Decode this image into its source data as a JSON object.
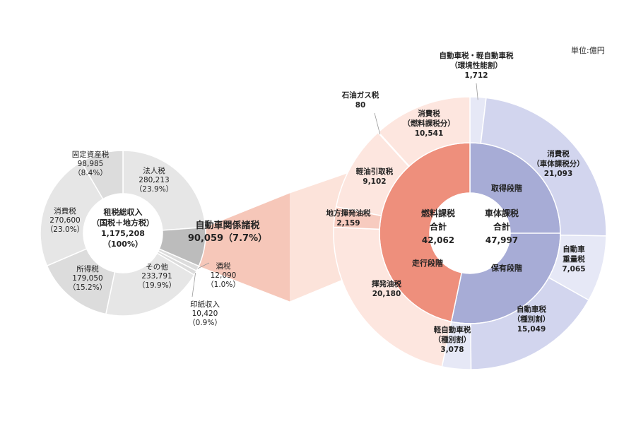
{
  "unit_label": "単位:億円",
  "colors": {
    "left_outer": "#e6e6e6",
    "left_highlight": "#dcdcdc",
    "left_auto": "#bcbcbc",
    "left_inner": "#ffffff",
    "connector": "#f6c7b9",
    "connector_light": "#fce3da",
    "fuel_outer": "#f7cbbf",
    "fuel_outer_light": "#fde6df",
    "fuel_inner": "#ee8f7c",
    "body_outer": "#d2d5ee",
    "body_outer_light": "#e6e8f6",
    "body_inner": "#a7acd6",
    "center": "#ffffff",
    "line": "#ffffff",
    "leader": "#999999"
  },
  "chart_data": {
    "type": "pie",
    "unit": "単位:億円",
    "total": {
      "title": "租税総収入",
      "subtitle": "（国税＋地方税）",
      "value": "1,175,208",
      "pct": "（100%）"
    },
    "left_slices": [
      {
        "name": "法人税",
        "value": 280213,
        "value_label": "280,213",
        "pct": "（23.9%）"
      },
      {
        "name": "自動車関係諸税",
        "value": 90059,
        "value_label": "90,059（7.7%）"
      },
      {
        "name": "酒税",
        "value": 12090,
        "value_label": "12,090",
        "pct": "（1.0%）"
      },
      {
        "name": "印紙収入",
        "value": 10420,
        "value_label": "10,420",
        "pct": "（0.9%）"
      },
      {
        "name": "その他",
        "value": 233791,
        "value_label": "233,791",
        "pct": "（19.9%）"
      },
      {
        "name": "所得税",
        "value": 179050,
        "value_label": "179,050",
        "pct": "（15.2%）"
      },
      {
        "name": "消費税",
        "value": 270600,
        "value_label": "270,600",
        "pct": "（23.0%）"
      },
      {
        "name": "固定資産税",
        "value": 98985,
        "value_label": "98,985",
        "pct": "（8.4%）"
      }
    ],
    "inner_ring": [
      {
        "name": "燃料課税",
        "sub": "合計",
        "value": 42062,
        "value_label": "42,062",
        "stage": "走行段階"
      },
      {
        "name": "車体課税",
        "sub": "合計",
        "value": 47997,
        "value_label": "47,997",
        "stage_top": "取得段階",
        "stage_bottom": "保有段階"
      }
    ],
    "outer_ring": [
      {
        "name": "自動車税・軽自動車税",
        "name2": "（環境性能割）",
        "value": 1712,
        "value_label": "1,712"
      },
      {
        "name": "消費税",
        "name2": "（車体課税分）",
        "value": 21093,
        "value_label": "21,093"
      },
      {
        "name": "自動車",
        "name2": "重量税",
        "value": 7065,
        "value_label": "7,065"
      },
      {
        "name": "自動車税",
        "name2": "（種別割）",
        "value": 15049,
        "value_label": "15,049"
      },
      {
        "name": "軽自動車税",
        "name2": "（種別割）",
        "value": 3078,
        "value_label": "3,078"
      },
      {
        "name": "揮発油税",
        "value": 20180,
        "value_label": "20,180"
      },
      {
        "name": "地方揮発油税",
        "value": 2159,
        "value_label": "2,159"
      },
      {
        "name": "軽油引取税",
        "value": 9102,
        "value_label": "9,102"
      },
      {
        "name": "石油ガス税",
        "value": 80,
        "value_label": "80"
      },
      {
        "name": "消費税",
        "name2": "（燃料課税分）",
        "value": 10541,
        "value_label": "10,541"
      }
    ]
  }
}
